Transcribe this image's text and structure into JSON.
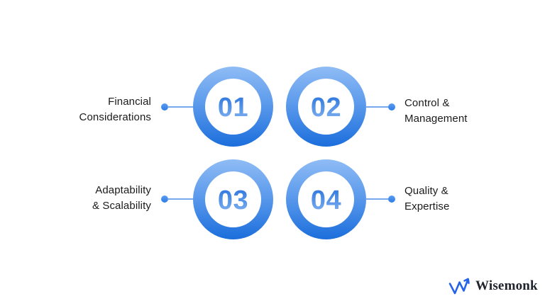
{
  "items": [
    {
      "number": "01",
      "label_line1": "Financial",
      "label_line2": "Considerations",
      "side": "left"
    },
    {
      "number": "02",
      "label_line1": "Control &",
      "label_line2": "Management",
      "side": "right"
    },
    {
      "number": "03",
      "label_line1": "Adaptability",
      "label_line2": "& Scalability",
      "side": "left"
    },
    {
      "number": "04",
      "label_line1": "Quality &",
      "label_line2": "Expertise",
      "side": "right"
    }
  ],
  "logo": {
    "text": "Wisemonk",
    "icon": "trend-zigzag-arrow-icon"
  },
  "colors": {
    "background": "#FFFFFF",
    "ring_gradient_top": "#8FBCF5",
    "ring_gradient_bottom": "#1B6EDC",
    "number_gradient_top": "#2E77DE",
    "number_gradient_bottom": "#7FB0F0",
    "connector_line": "#76A8EE",
    "connector_dot": "#4690EC",
    "label_text": "#1B1B1B",
    "logo_icon_blue": "#2563EB",
    "logo_text": "#20242C"
  }
}
